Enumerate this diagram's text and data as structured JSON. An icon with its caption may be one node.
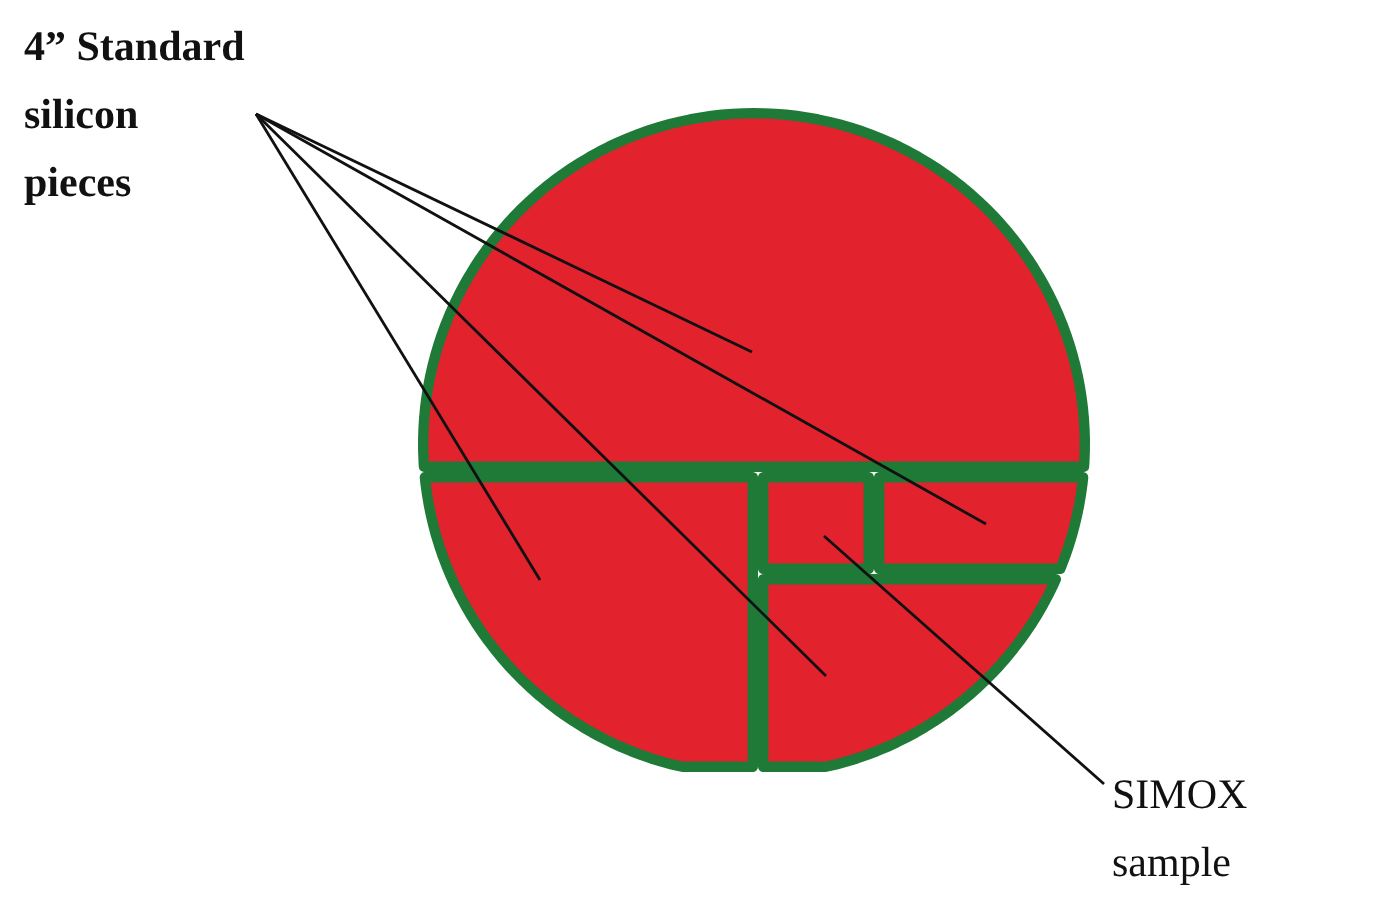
{
  "diagram": {
    "nodes": [
      {
        "text": [
          "4” Standard silicon pieces"
        ]
      },
      {
        "text": [
          "SIMOX sample"
        ]
      },
      {
        "text": [],
        "shape": "box"
      },
      {
        "text": [],
        "shape": "box"
      },
      {
        "text": [],
        "shape": "box"
      },
      {
        "text": [],
        "shape": "box"
      },
      {
        "text": [],
        "shape": "box"
      }
    ],
    "edges": [
      {
        "from": 0,
        "to": 2,
        "arrow": "none"
      },
      {
        "from": 0,
        "to": 5,
        "arrow": "none"
      },
      {
        "from": 0,
        "to": 3,
        "arrow": "none"
      },
      {
        "from": 0,
        "to": 6,
        "arrow": "none"
      },
      {
        "from": 1,
        "to": 4,
        "arrow": "none"
      }
    ]
  }
}
